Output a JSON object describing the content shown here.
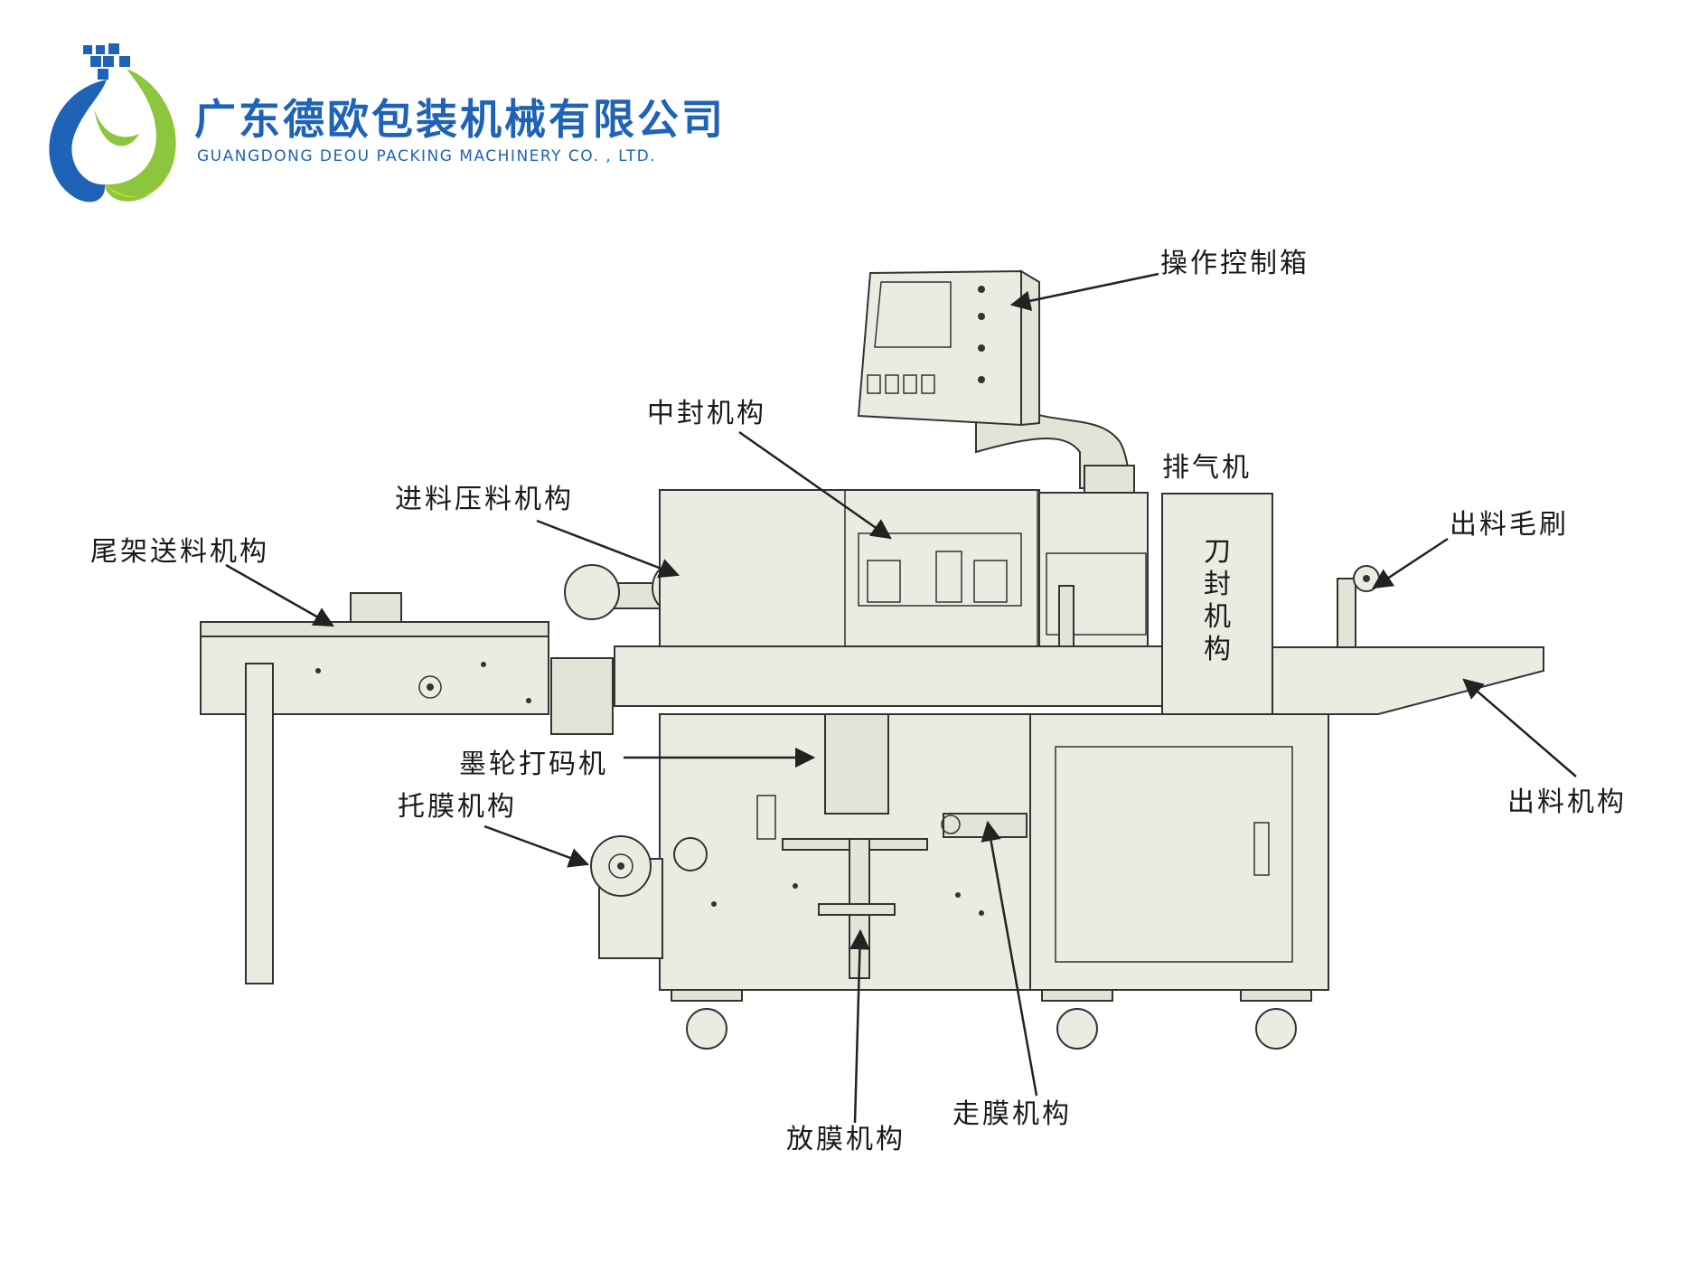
{
  "company": {
    "name_cn": "广东德欧包装机械有限公司",
    "name_en": "GUANGDONG DEOU PACKING MACHINERY CO. , LTD."
  },
  "labels": {
    "control_box": "操作控制箱",
    "center_seal": "中封机构",
    "exhaust_fan": "排气机",
    "feed_press": "进料压料机构",
    "discharge_brush": "出料毛刷",
    "tail_feed": "尾架送料机构",
    "knife_seal": [
      "刀",
      "封",
      "机",
      "构"
    ],
    "ink_coder": "墨轮打码机",
    "discharge_mech": "出料机构",
    "film_support": "托膜机构",
    "film_transport": "走膜机构",
    "film_release": "放膜机构"
  },
  "colors": {
    "brand_blue": "#1f63b8",
    "logo_green": "#8cc63f",
    "logo_yellow": "#d8dd2a",
    "machine_fill": "#ecebe2",
    "outline": "#333333"
  }
}
